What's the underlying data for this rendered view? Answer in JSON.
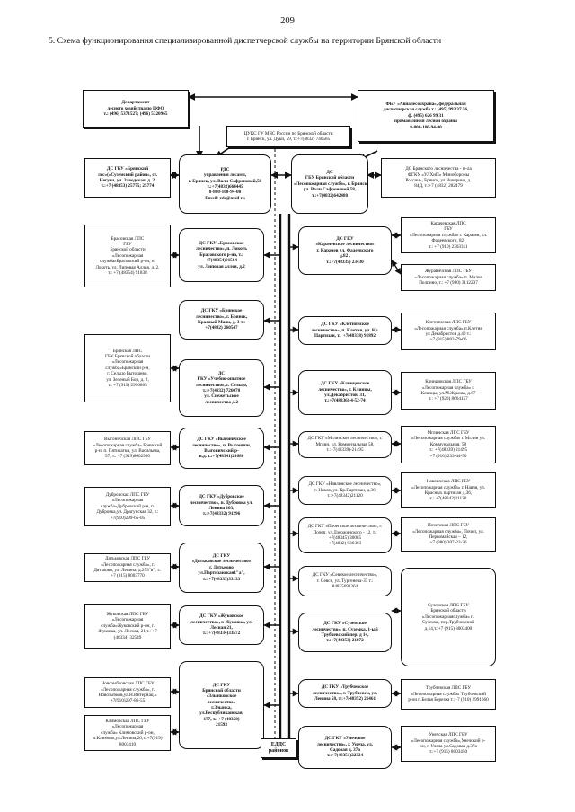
{
  "page_number": "209",
  "caption": "5. Схема функционирования специализированной диспетчерской службы на территории Брянской области",
  "nodes": {
    "dep_les": [
      "Департамент",
      "лесного хозяйства по ЦФО",
      "т.: (496) 5371527; (496) 5320965"
    ],
    "avialesookhrana": [
      "ФБУ «Авиалесоохрана», федеральная",
      "диспетчерская служба т.: (495) 993 37 56,",
      "ф. (495) 626 99 31",
      "прямая линия лесной охраны",
      "8-800-100-94-00"
    ],
    "tsuks": [
      "ЦУКС ГУ МЧС России по Брянской области",
      "г. Брянск, ул. Дуки, 59, т.:+7(4832) 740585"
    ],
    "ds_gbu_suzemsky": [
      "ДС ГБУ «Брянский",
      "лес»(«Суземский район», ст.",
      "Негуча, ул. Заводская, д. 2,",
      "т.:+7 (48353) 25775; 25774"
    ],
    "rds": [
      "РДС",
      "управления лесами,",
      "г. Брянск, ул. Вали Сафроновой,58",
      "т.:+7(4832)664445",
      "8-800-100-94-00",
      "Email: rds@mail.ru"
    ],
    "ds_gbu_lesopozhar": [
      "ДС",
      "ГБУ Брянской области",
      "«Лесопожарная служба», г. Брянск,",
      "ул. Вали Сафроновой,58,",
      "т.:+7(4832)642480"
    ],
    "ds_bryansk_les_fgu": [
      "ДС Брянского лесничества - ф-ла",
      "ФГКУ «УЛХиП» Минобороны",
      "России», Брянск, ул.Чичерина, д.",
      "84Д, т.:+7 (4832) 282479"
    ],
    "bryanskaya_lps": [
      "Брасовская ЛПС",
      "ГБУ",
      "Брянской области",
      "«Лесопожарная",
      "служба»Брасовский р-он, п.",
      "Локоть, ул. Липовая Аллея, д. 2,",
      "т.: +7 (48354) 91838"
    ],
    "ds_gku_brasovskoe": [
      "ДС ГКУ «Брасовское",
      "лесничество», п. Локоть",
      "Брасовского р-на, т.:",
      "+7(48354)91584",
      "ул. Липовая аллея, д.2"
    ],
    "ds_karachevskoe": [
      "ДС ГКУ",
      "«Карачевское лесничество»",
      "г. Карачев ул. Фадеевского",
      "д.82 ,",
      "т.:+7(48335) 23430"
    ],
    "karachevskaya_lps": [
      "Карачевская ЛПС",
      "ГБУ",
      "«Лесопожарная служба» г. Карачев, ул.",
      "Фадеевского, 82,",
      "т.: +7 (910) 2303311"
    ],
    "zhuravlevskaya_lps": [
      "Журавичская ЛПС ГБУ",
      "«Лесопожарная служба» п. Малое",
      "Полпино, т.: +7 (980) 3112237"
    ],
    "ds_bryanskoe": [
      "ДС ГКУ «Брянское",
      "лесничество», г. Брянск,",
      "Красный Маяк, д. 3 т.:",
      "+7(4832) 260547"
    ],
    "ds_kletnyanskoe": [
      "ДС ГКУ «Клетнянское",
      "лесничество», п. Клетня, ул. Кр.",
      "Партизан, т.: +7(48338) 91892"
    ],
    "kletnyanskaya_lps": [
      "Клетнянская ЛПС ГБУ",
      "«Лесопожарная служба» п.Клетня",
      "ул Декабристов д.40 т.:",
      "+7 (915) 803-79-66"
    ],
    "bryanskaya_lps2": [
      "Брянская ЛПС",
      "ГБУ Брянской области",
      "«Лесопожарная",
      "служба»Брянский р-н,",
      "г. Сельцо Бытошево,",
      "ул. Зеленый Бор, д. 2,",
      "т.: +7 (919) 2990865"
    ],
    "ds_uchebno_opytnoe": [
      "ДС",
      "ГКУ «Учебно-опытное",
      "лесничество», г. Сельцо,",
      "т.:+7(4832) 726070",
      "ул. Снежетьское",
      "лесничество д.2"
    ],
    "ds_klintsovskoe": [
      "ДС ГКУ «Клинцовское",
      "лесничество», г. Клинцы,",
      "ул.Декабристов, 31,",
      "т.:+7(48336)-4-52-74"
    ],
    "klintsovskaya_lps": [
      "Клинцовская ЛПС ГБУ",
      "«Лесопожарная служба» г.",
      "Клинцы, ул.М.Жукова, д.67",
      "т.: +7 (920) 8664157"
    ],
    "vygonichskaya_lps": [
      "Выгоничская ЛПС ГБУ",
      "«Лесопожарная служба» Брянский",
      "р-н, п. Пятихатки, ул. Васильева,",
      "57, т.: +7 (919)8002980"
    ],
    "ds_vygonichskoe": [
      "ДС ГКУ «Выгоничское",
      "лесничество», п. Выгоничи,",
      "Выгоничский р-",
      "н,д. т.:+7(48341)21680"
    ],
    "ds_mglinskoe": [
      "ДС ГКУ «Мглинское лесничество», г.",
      "Мглин, ул. Коммунальная 58,",
      "т.:+7(48339)-21495"
    ],
    "mglinskaya_lps": [
      "Мглинская ЛПС ГБУ",
      "«Лесопожарная служба» г. Мглин ул.",
      "Коммунальная, 58",
      "т.: +7(48339) 21495",
      "+7 (910) 233-44-50"
    ],
    "dubrovskaya_lps": [
      "Дубровская ЛПС ГБУ",
      "«Лесопожарная",
      "служба»Дубровский р-н, п.",
      "Дубровка,ул. Драгунская 32, т.:",
      "+7(910)299-65-05"
    ],
    "ds_dubrovskoe": [
      "ДС ГКУ «Дубровское",
      "лесничество», п. Дубровка ул.",
      "Ленина 103,",
      "т.:+7(48332) 91296"
    ],
    "ds_navlinskoe": [
      "ДС ГКУ «Навлинское лесничество»,",
      "г. Навля, ул. Кр.Партизан, д.36",
      "т.:+7(48342)21120"
    ],
    "navlinskaya_lps": [
      "Навлинская ЛПС ГБУ",
      "«Лесопожарная служба» г. Навля, ул.",
      "Красных партизан д.36,",
      "т.: +7(48342)21120"
    ],
    "dyatkovskaya_lps": [
      "Дятьковская ЛПС ГБУ",
      "«Лесопожарная служба», г.",
      "Дятьково, ул. Ленина, д.253\"в\", т.:",
      "+7 (915) 8003770"
    ],
    "ds_dyatkovskoe": [
      "ДС ГКУ",
      "«Дятьковское лесничество»",
      "г. Дятьково",
      "ул.Партизанская1\"а\",",
      "т.: +7(48333)33133"
    ],
    "ds_pochepskoe": [
      "ДС ГКУ «Почепское лесничество», г.",
      "Почеп, ул.Дзержинского - 12, т.:",
      "+7(48345) 30085",
      "+7(4832) 936303"
    ],
    "pochepskaya_lps": [
      "Почепская ЛПС ГБУ",
      "«Лесопожарная служба», Почеп, ул.",
      "Первомайская – 12,",
      "+7 (980) 307-22-20"
    ],
    "zhukovskaya_lps": [
      "Жуковская ЛПС ГБУ",
      "«Лесопожарная",
      "служба»Жуковский р-он, г.",
      "Жуковка, ул. Лесная, 21,т.: +7",
      "(48334) 32549"
    ],
    "ds_zhukovskoe": [
      "ДС ГКУ «Жуковское",
      "лесничество», г. Жуковка, ул.",
      "Лесная 21,",
      "т.: +7(48334)33572"
    ],
    "ds_sevskoe": [
      "ДС ГКУ «Севское лесничество»,",
      "г. Севск, ул. Тургенева-37 т.:",
      "84835691264"
    ],
    "ds_suzemskoe": [
      "ДС ГКУ «Суземское",
      "лесничество», п. Суземка, 1-ый",
      "Трубчевский пер. д 14,",
      "т.:+7(48353) 21872"
    ],
    "suzemskaya_lps": [
      "Суземская ЛПС ГБУ",
      "Брянской области",
      "«Лесопожарнаяслужба» п.",
      "Суземка, пер.Трубчевский",
      "д.14,т.:+7 (915) 8003400"
    ],
    "novozybkovskaya_lps": [
      "Новозыбковская ЛПС ГБУ",
      "«Лесопожарная служба», г.",
      "Новозыбков,ул.Н.Интернац.5",
      "+7(910)297-86-55"
    ],
    "ds_zlynkovskoe": [
      "ДС ГКУ",
      "Брянской области",
      "«Злынковское",
      "лесничество»",
      "г.Злынка,",
      "ул.Республиканская,",
      "177, т.: +7 (48358)",
      "21593"
    ],
    "ds_trubchevskoe": [
      "ДС ГКУ «Трубчевское",
      "лесничество», г. Трубчевск, ул.",
      "Ленина 58, т.:+7(48352) 21461"
    ],
    "trubchevskaya_lps": [
      "Трубчевская ЛПС ГБУ",
      "«Лесопожарная служба» Трубчевский",
      "р-он п.Белая Березка т.:+7 (910) 2991660"
    ],
    "klimovskaya_lps": [
      "Климовская ЛПС ГБУ",
      "«Лесопожарная",
      "служба» Климовский р-он,",
      "п.Климово,ул.Ленина,26,т.:+7(919)",
      "8003410"
    ],
    "edds": [
      "ЕДДС",
      "районов"
    ],
    "ds_unechskoe": [
      "ДС ГКУ «Унечское",
      "лесничество», г. Унеча, ул.",
      "Садовая д. 37а",
      "т.:+7(48351)22324"
    ],
    "unechskaya_lps": [
      "Унечская ЛПС ГБУ",
      "«Лесопожарная служба»,Унечский р-",
      "он, г. Унеча ул.Садовая д.37а",
      "т.:+7 (915) 8003450"
    ]
  }
}
